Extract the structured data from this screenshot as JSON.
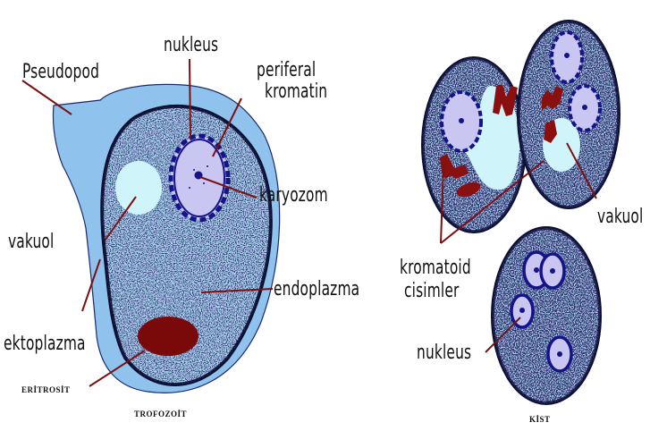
{
  "trofozoit": {
    "labels": {
      "pseudopod": "Pseudopod",
      "nukleus": "nukleus",
      "periferal_line1": "periferal",
      "periferal_line2": "kromatin",
      "karyozom": "karyozom",
      "vakuol": "vakuol",
      "endoplazma": "endoplazma",
      "ektoplazma": "ektoplazma",
      "eritrosit": "ERİTROSİT",
      "caption": "TROFOZOİT"
    }
  },
  "kist": {
    "labels": {
      "vakuol": "vakuol",
      "kromatoid_line1": "kromatoid",
      "kromatoid_line2": "cisimler",
      "nukleus": "nukleus",
      "caption": "KİST"
    }
  },
  "colors": {
    "ectoplasm": "#8fc3ee",
    "cytoplasm": "#a9d2ee",
    "stipple": "#0a0a28",
    "vacuole": "#cff5fb",
    "nucleus_fill": "#c9c6f2",
    "nucleus_ring": "#141488",
    "erythrocyte": "#7a0a0a",
    "chromatoid": "#8a1010",
    "leader": "#7a1010"
  }
}
